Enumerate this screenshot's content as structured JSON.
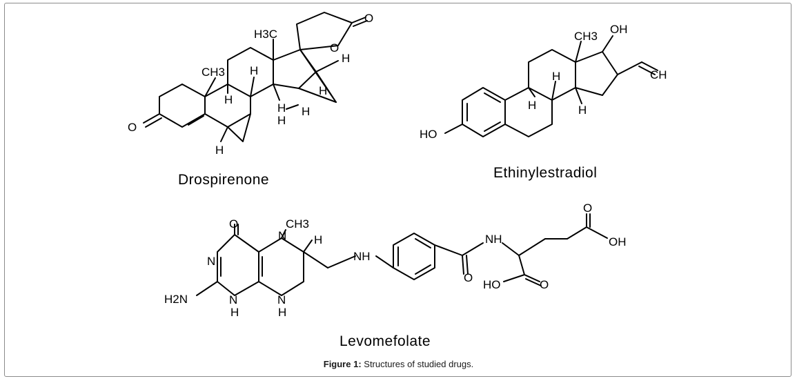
{
  "figure": {
    "caption_label": "Figure 1:",
    "caption_text": " Structures of studied drugs."
  },
  "molecules": [
    {
      "name": "Drospirenone",
      "atom_labels": [
        "O",
        "O",
        "O",
        "H3C",
        "CH3",
        "H",
        "H",
        "H",
        "H",
        "H",
        "H",
        "H",
        "H"
      ]
    },
    {
      "name": "Ethinylestradiol",
      "atom_labels": [
        "HO",
        "CH3",
        "OH",
        "CH",
        "H",
        "H",
        "H"
      ]
    },
    {
      "name": "Levomefolate",
      "atom_labels": [
        "O",
        "N",
        "CH3",
        "H",
        "N",
        "H2N",
        "N",
        "H",
        "N",
        "H",
        "NH",
        "O",
        "NH",
        "HO",
        "O",
        "O",
        "OH"
      ]
    }
  ]
}
